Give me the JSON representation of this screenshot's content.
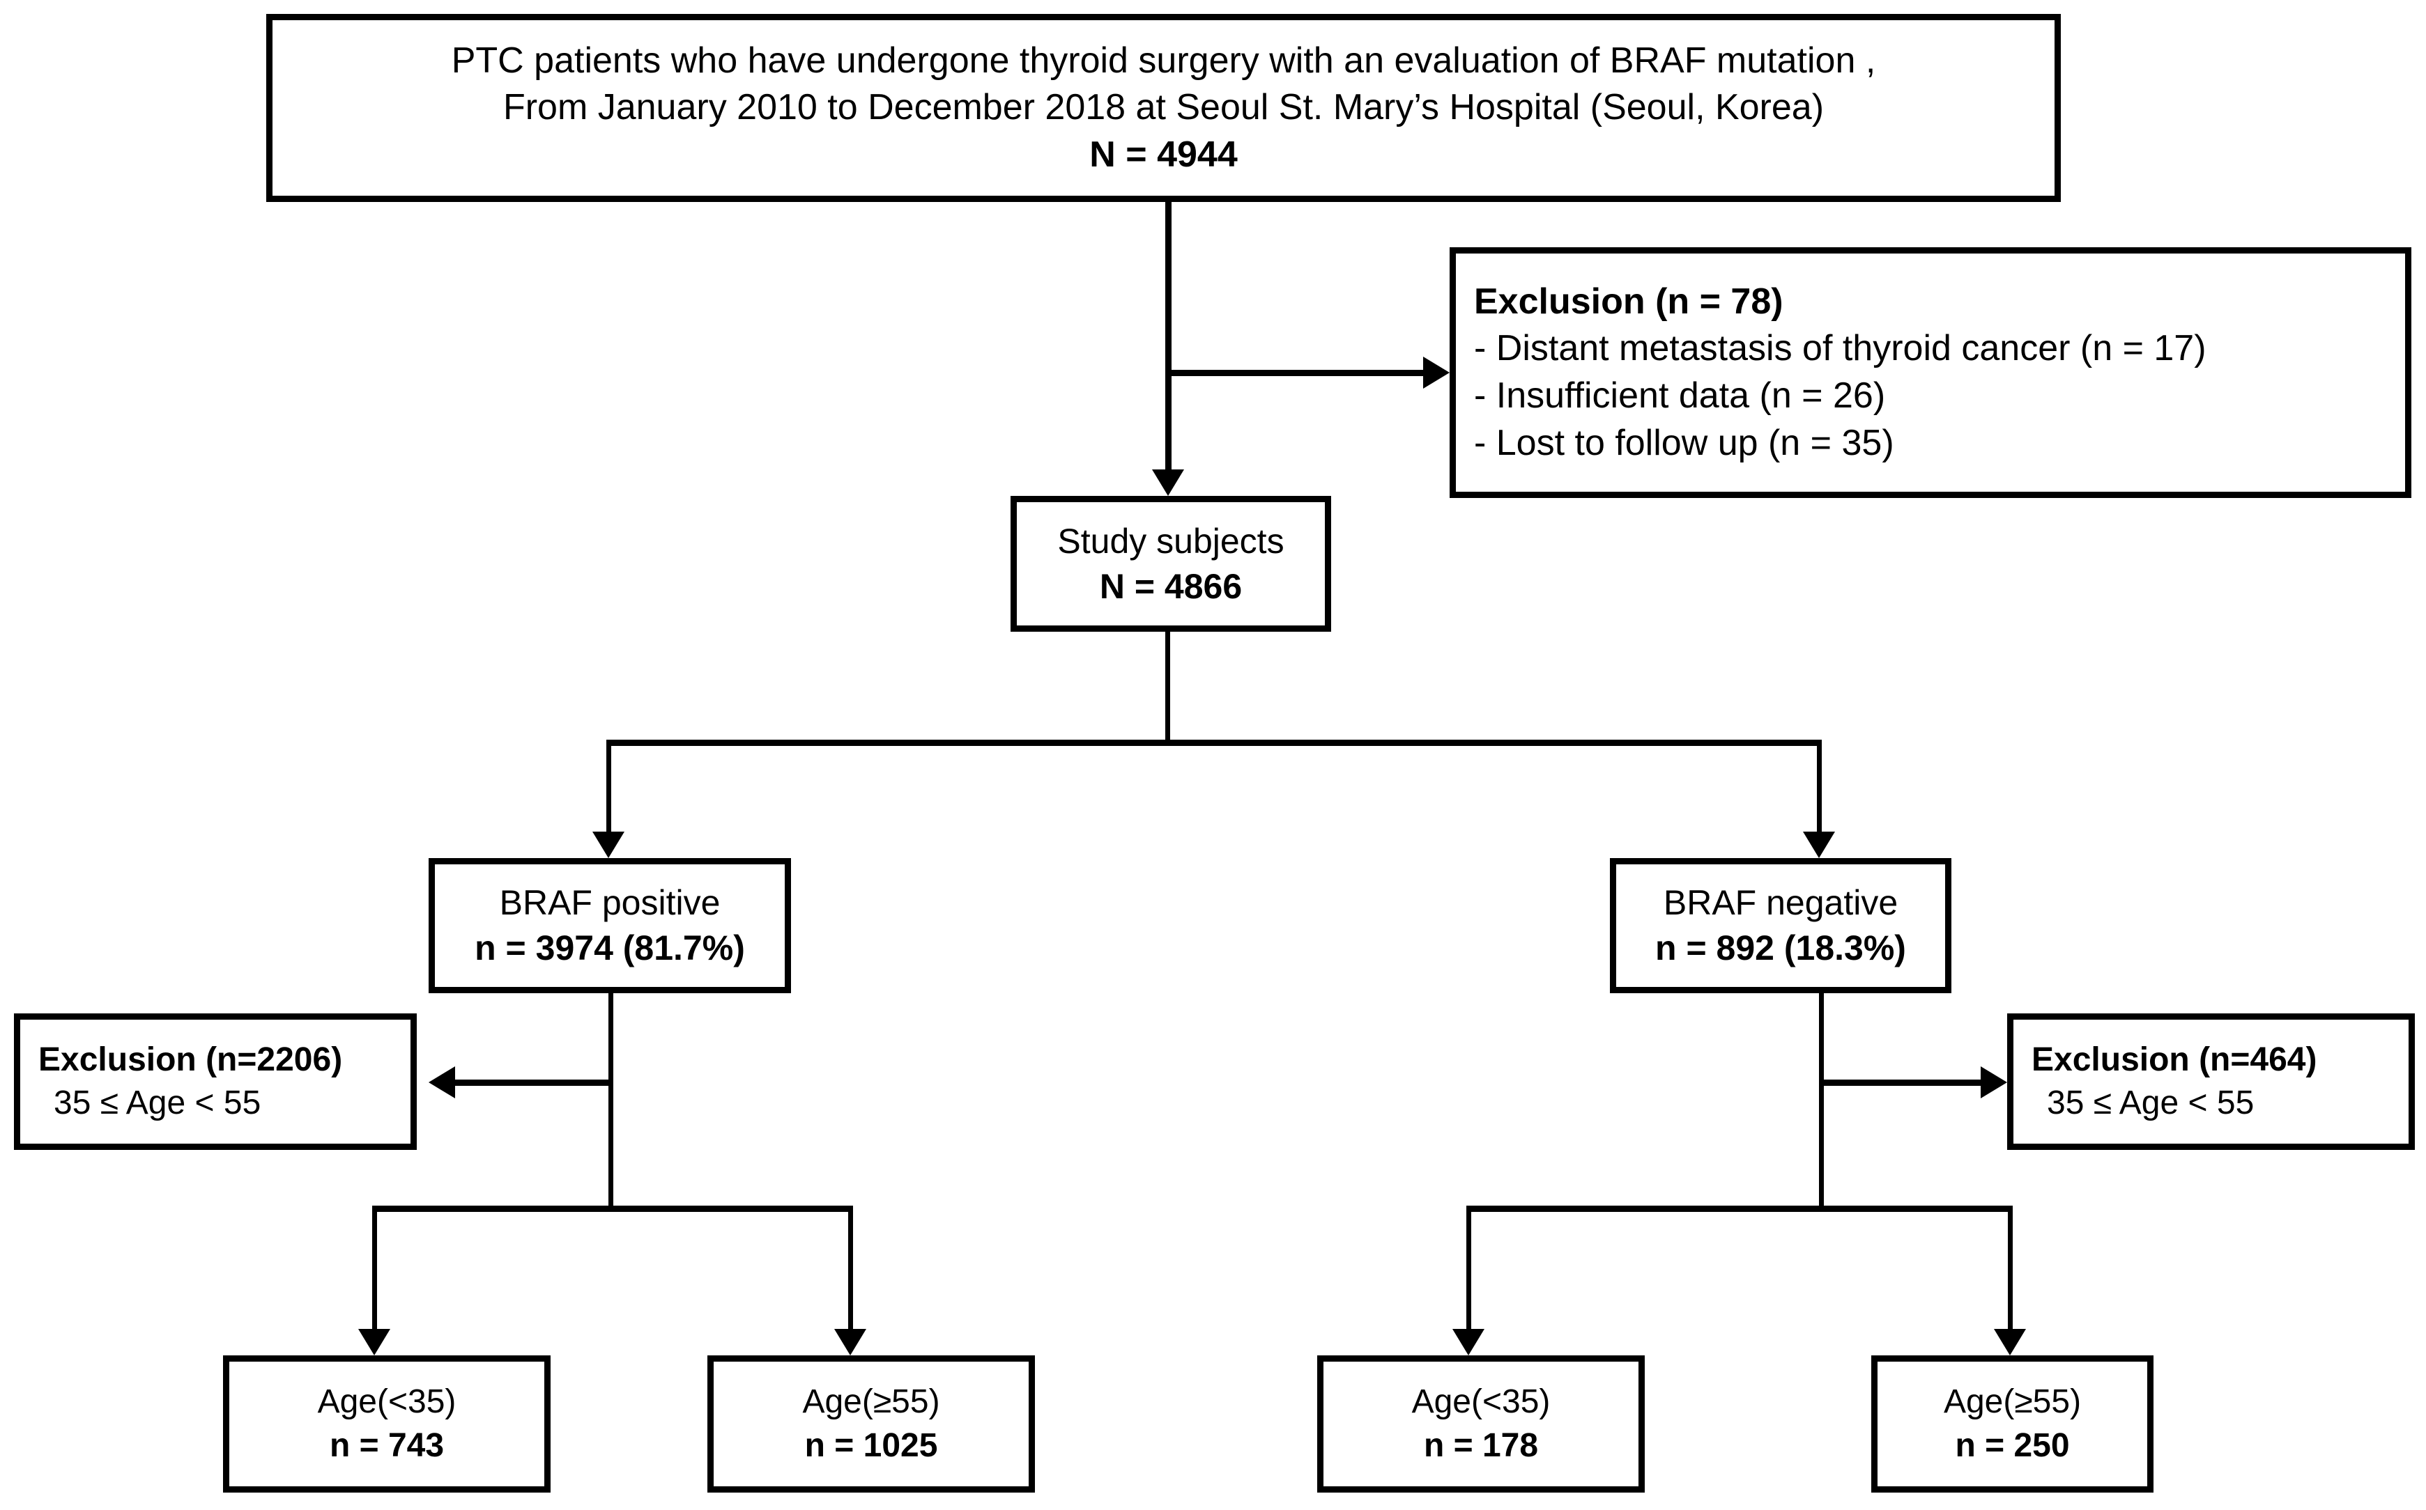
{
  "diagram": {
    "type": "flowchart",
    "title": "PTC patients study selection flow",
    "accent_color": "#000000",
    "background_color": "#ffffff"
  },
  "nodes": {
    "enrollment": {
      "id": "enrollment-box",
      "lines": [
        "PTC patients who have undergone thyroid surgery with an evaluation of BRAF mutation ,",
        "From January 2010 to December 2018 at Seoul St. Mary’s Hospital  (Seoul, Korea)",
        "N = 4944"
      ],
      "count_label": "N = 4944",
      "count": 4944
    },
    "exclusion_top": {
      "id": "exclusion-top-box",
      "heading": "Exclusion (n = 78)",
      "count": 78,
      "items": [
        "- Distant metastasis of thyroid cancer (n = 17)",
        "- Insufficient data (n = 26)",
        "- Lost to follow up (n = 35)"
      ],
      "item_counts": [
        17,
        26,
        35
      ]
    },
    "study_subjects": {
      "id": "study-subjects-box",
      "label": "Study subjects",
      "count_label": "N = 4866",
      "count": 4866
    },
    "braf_positive": {
      "id": "braf-positive-box",
      "label": "BRAF positive",
      "count_label": "n = 3974 (81.7%)",
      "count": 3974,
      "percent": 81.7
    },
    "braf_negative": {
      "id": "braf-negative-box",
      "label": "BRAF negative",
      "count_label": "n = 892 (18.3%)",
      "count": 892,
      "percent": 18.3
    },
    "exclusion_left": {
      "id": "exclusion-left-box",
      "heading": "Exclusion (n=2206)",
      "criterion": "35 ≤ Age < 55",
      "count": 2206
    },
    "exclusion_right": {
      "id": "exclusion-right-box",
      "heading": "Exclusion (n=464)",
      "criterion": "35 ≤ Age < 55",
      "count": 464
    },
    "pos_age_young": {
      "id": "braf-positive-age-under35-box",
      "label": "Age(<35)",
      "count_label": "n = 743",
      "count": 743
    },
    "pos_age_old": {
      "id": "braf-positive-age-55plus-box",
      "label": "Age(≥55)",
      "count_label": "n = 1025",
      "count": 1025
    },
    "neg_age_young": {
      "id": "braf-negative-age-under35-box",
      "label": "Age(<35)",
      "count_label": "n = 178",
      "count": 178
    },
    "neg_age_old": {
      "id": "braf-negative-age-55plus-box",
      "label": "Age(≥55)",
      "count_label": "n = 250",
      "count": 250
    }
  },
  "edges": [
    {
      "from": "enrollment",
      "to": "study_subjects",
      "kind": "arrow-down"
    },
    {
      "from": "enrollment",
      "to": "exclusion_top",
      "kind": "arrow-right"
    },
    {
      "from": "study_subjects",
      "to": "braf_positive",
      "kind": "arrow-down"
    },
    {
      "from": "study_subjects",
      "to": "braf_negative",
      "kind": "arrow-down"
    },
    {
      "from": "braf_positive",
      "to": "exclusion_left",
      "kind": "arrow-left"
    },
    {
      "from": "braf_negative",
      "to": "exclusion_right",
      "kind": "arrow-right"
    },
    {
      "from": "braf_positive",
      "to": "pos_age_young",
      "kind": "arrow-down"
    },
    {
      "from": "braf_positive",
      "to": "pos_age_old",
      "kind": "arrow-down"
    },
    {
      "from": "braf_negative",
      "to": "neg_age_young",
      "kind": "arrow-down"
    },
    {
      "from": "braf_negative",
      "to": "neg_age_old",
      "kind": "arrow-down"
    }
  ]
}
